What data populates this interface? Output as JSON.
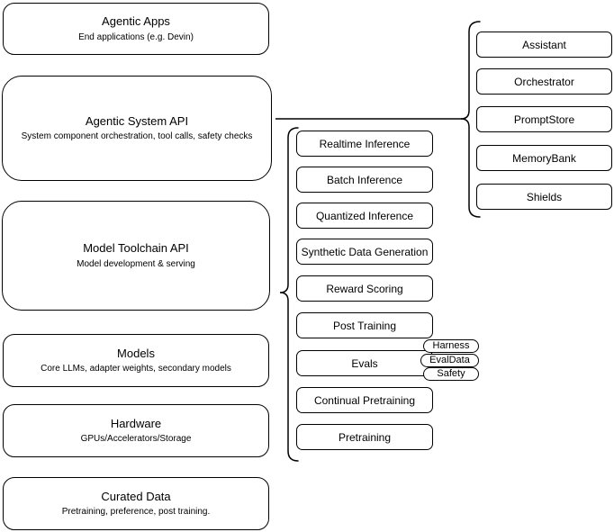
{
  "diagram": {
    "left_stack": [
      {
        "title": "Agentic Apps",
        "subtitle": "End applications (e.g. Devin)"
      },
      {
        "title": "Agentic System API",
        "subtitle": "System component orchestration, tool calls, safety checks"
      },
      {
        "title": "Model Toolchain API",
        "subtitle": "Model development & serving"
      },
      {
        "title": "Models",
        "subtitle": "Core LLMs, adapter weights, secondary models"
      },
      {
        "title": "Hardware",
        "subtitle": "GPUs/Accelerators/Storage"
      },
      {
        "title": "Curated Data",
        "subtitle": "Pretraining, preference, post training."
      }
    ],
    "toolchain_group": {
      "attached_to": "Model Toolchain API",
      "items": [
        "Realtime Inference",
        "Batch Inference",
        "Quantized Inference",
        "Synthetic Data Generation",
        "Reward Scoring",
        "Post Training",
        "Evals",
        "Continual Pretraining",
        "Pretraining"
      ]
    },
    "eval_tags": [
      "Harness",
      "EvalData",
      "Safety"
    ],
    "system_group": {
      "attached_to": "Agentic System API",
      "items": [
        "Assistant",
        "Orchestrator",
        "PromptStore",
        "MemoryBank",
        "Shields"
      ]
    },
    "colors": {
      "stroke": "#000000",
      "fill": "#ffffff",
      "text": "#000000",
      "background": "#ffffff"
    }
  }
}
